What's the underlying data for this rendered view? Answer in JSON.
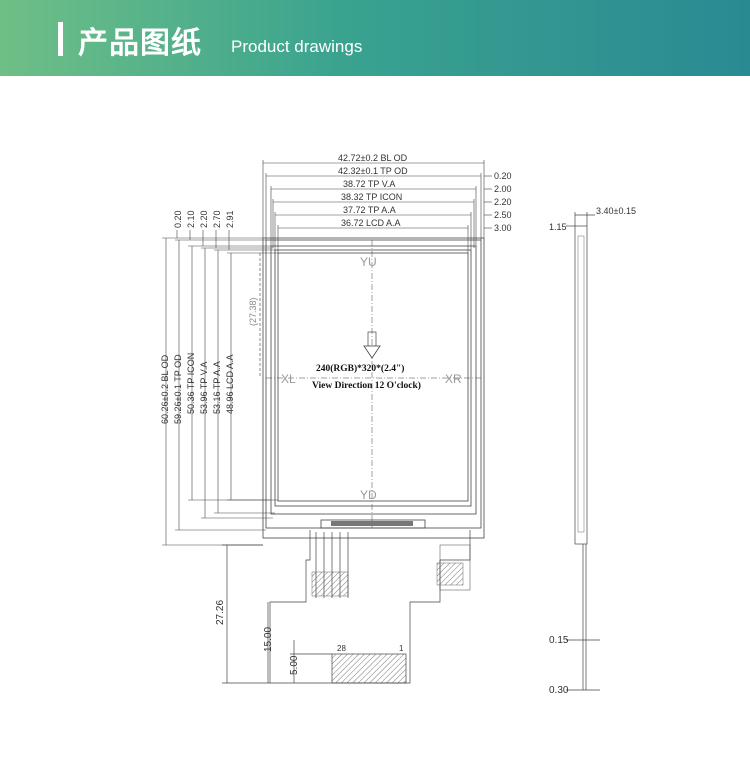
{
  "header": {
    "title_cn": "产品图纸",
    "title_en": "Product drawings"
  },
  "drawing": {
    "top_dims": [
      {
        "label": "42.72±0.2 BL OD",
        "tol": "0.20"
      },
      {
        "label": "42.32±0.1 TP OD",
        "tol": "0.20"
      },
      {
        "label": "38.72 TP V.A",
        "tol": "2.00"
      },
      {
        "label": "38.32 TP ICON",
        "tol": "2.20"
      },
      {
        "label": "37.72 TP A.A",
        "tol": "2.50"
      },
      {
        "label": "36.72 LCD A.A",
        "tol": "3.00"
      }
    ],
    "left_tols": [
      "0.20",
      "2.10",
      "2.20",
      "2.70",
      "2.91"
    ],
    "left_dims": [
      "60.26±0.2 BL OD",
      "59.26±0.1 TP OD",
      "50.36 TP ICON",
      "53.96 TP V.A",
      "53.16 TP A.A",
      "48.96 LCD A.A"
    ],
    "center_offset": "(27.38)",
    "axis_top": "YU",
    "axis_bottom": "YD",
    "axis_left": "XL",
    "axis_right": "XR",
    "spec_line1": "240(RGB)*320*(2.4\")",
    "spec_line2": "View Direction 12 O'clock)",
    "fpc_length": "27.26",
    "fpc_mid": "15.00",
    "fpc_tip": "5.00",
    "pin_first": "28",
    "pin_last": "1",
    "side_thickness": "3.40±0.15",
    "side_top": "1.15",
    "side_mid": "0.15",
    "side_bottom": "0.30"
  }
}
